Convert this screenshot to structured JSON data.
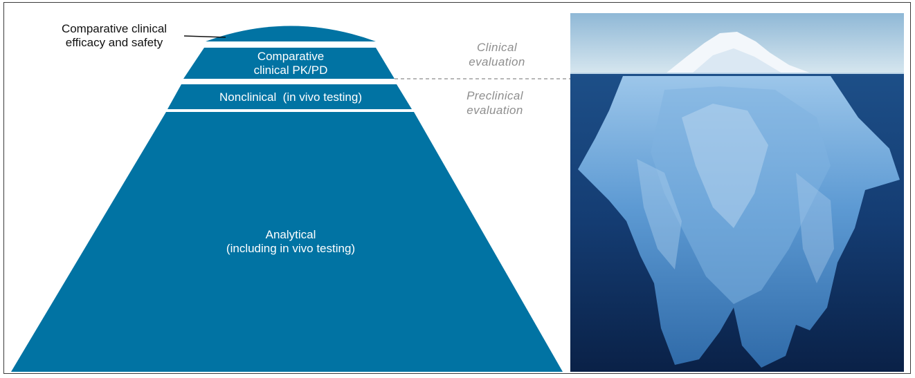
{
  "levels": {
    "top": "",
    "pkpd": "Comparative\nclinical PK/PD",
    "nonclinical": "Nonclinical  (in vivo testing)",
    "analytical": "Analytical\n(including in vivo testing)"
  },
  "callout": "Comparative clinical\nefficacy and safety",
  "evaluation": {
    "clinical": "Clinical\nevaluation",
    "preclinical": "Preclinical\nevaluation"
  },
  "colors": {
    "pyramid": "#0173a3",
    "dashed_line": "#8a8a8a",
    "eval_text": "#8e8e8e"
  },
  "image": {
    "subject": "iceberg-photo"
  }
}
